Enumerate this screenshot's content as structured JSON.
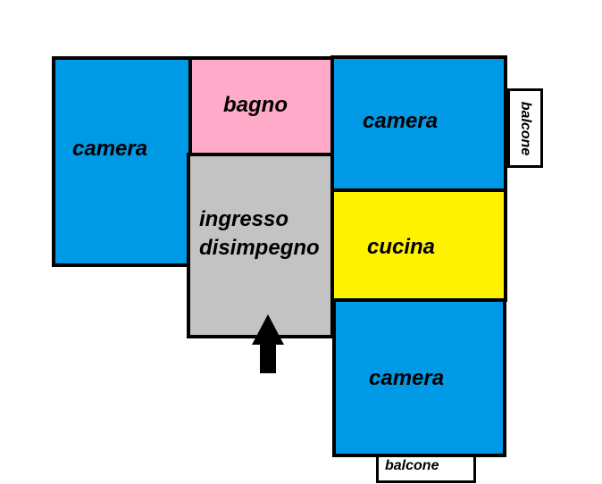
{
  "rooms": {
    "camera_left": {
      "label": "camera",
      "color": "#0099e6"
    },
    "bagno": {
      "label": "bagno",
      "color": "#ffaac8"
    },
    "ingresso": {
      "line1": "ingresso",
      "line2": "disimpegno",
      "color": "#c3c3c3"
    },
    "camera_top_right": {
      "label": "camera",
      "color": "#0099e6"
    },
    "cucina": {
      "label": "cucina",
      "color": "#fff200"
    },
    "camera_bottom_right": {
      "label": "camera",
      "color": "#0099e6"
    }
  },
  "balconies": {
    "right": {
      "label": "balcone"
    },
    "bottom": {
      "label": "balcone"
    }
  },
  "entrance": {
    "icon": "arrow-up-icon"
  }
}
